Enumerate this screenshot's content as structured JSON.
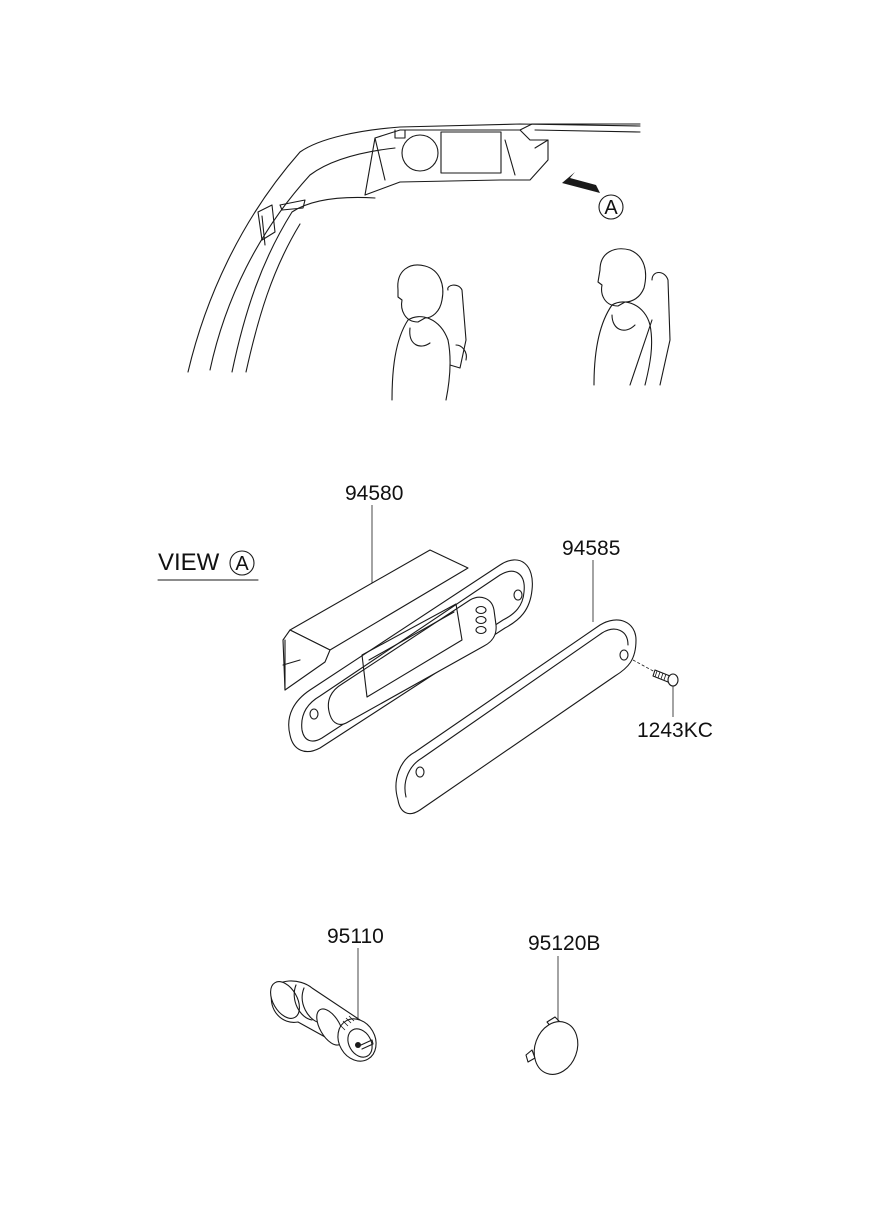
{
  "diagram": {
    "callout_letter": "A",
    "view_label": {
      "prefix": "VIEW",
      "letter": "A"
    },
    "parts": [
      {
        "id": "94580"
      },
      {
        "id": "94585"
      },
      {
        "id": "1243KC"
      },
      {
        "id": "95110"
      },
      {
        "id": "95120B"
      }
    ]
  }
}
